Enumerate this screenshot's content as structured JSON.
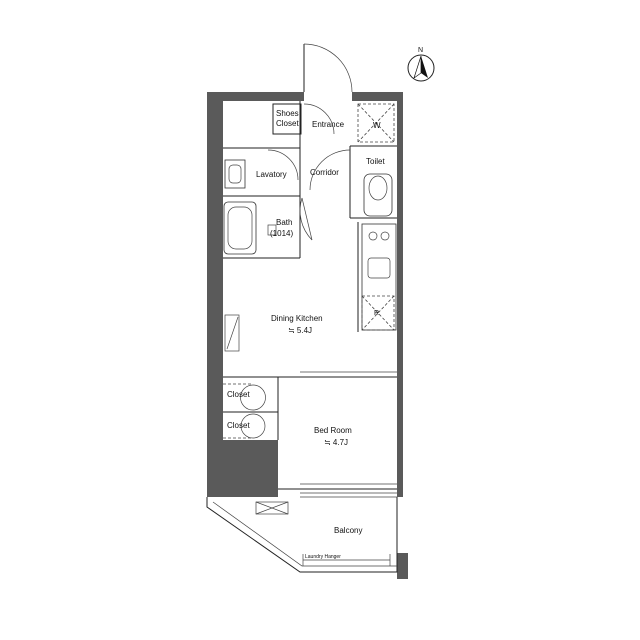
{
  "rooms": {
    "shoes_closet_line1": "Shoes",
    "shoes_closet_line2": "Closet",
    "entrance": "Entrance",
    "washer_mark": "W",
    "lavatory": "Lavatory",
    "corridor": "Corridor",
    "toilet": "Toilet",
    "bath_line1": "Bath",
    "bath_line2": "(1014)",
    "dining_kitchen": "Dining Kitchen",
    "dining_kitchen_area": "≒ 5.4J",
    "fridge_mark": "R",
    "closet_upper": "Closet",
    "closet_lower": "Closet",
    "bed_room": "Bed Room",
    "bed_room_area": "≒ 4.7J",
    "balcony": "Balcony",
    "laundry_hanger": "Laundry Hanger"
  },
  "compass": {
    "label": "N",
    "icon": "north-arrow-icon"
  },
  "colors": {
    "wall": "#5a5a5a",
    "line": "#222222",
    "background": "#ffffff"
  }
}
